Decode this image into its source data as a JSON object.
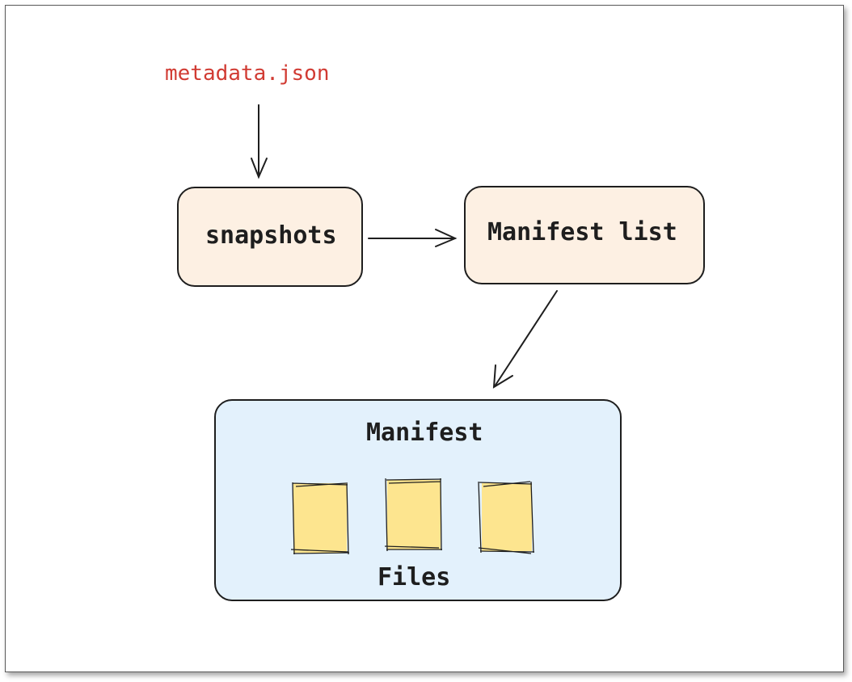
{
  "diagram": {
    "source_label": "metadata.json",
    "nodes": {
      "snapshots": "snapshots",
      "manifest_list": "Manifest list",
      "manifest": "Manifest",
      "files": "Files"
    },
    "file_count": 3,
    "colors": {
      "source_text": "#d13b33",
      "node_fill": "#fdf0e3",
      "manifest_fill": "#e3f1fc",
      "file_fill": "#fde58f",
      "stroke": "#1e1e1e"
    }
  }
}
